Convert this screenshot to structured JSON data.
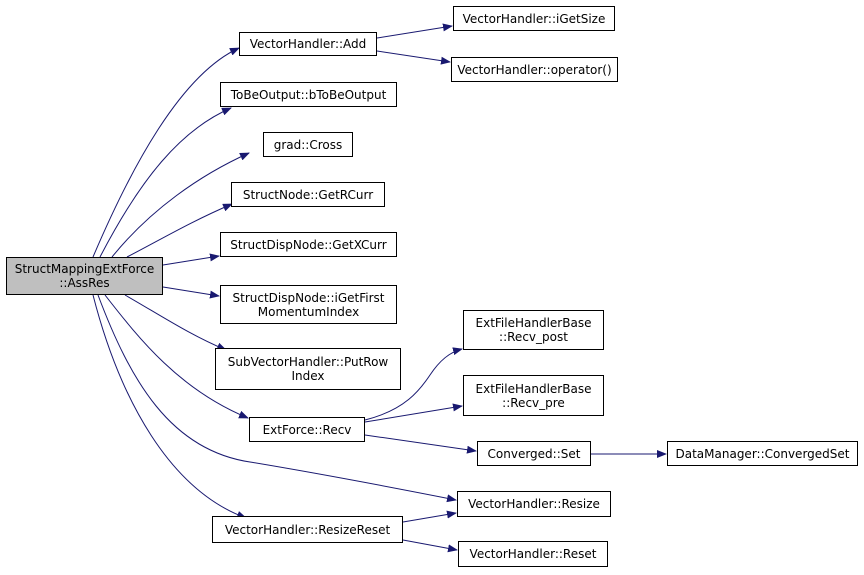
{
  "colors": {
    "edge": "#191970",
    "root_fill": "#bfbfbf",
    "node_fill": "#ffffff",
    "border": "#000000"
  },
  "nodes": {
    "root": {
      "lines": [
        "StructMappingExtForce",
        "::AssRes"
      ]
    },
    "vh_add": {
      "lines": [
        "VectorHandler::Add"
      ]
    },
    "vh_igetsize": {
      "lines": [
        "VectorHandler::iGetSize"
      ]
    },
    "vh_operator": {
      "lines": [
        "VectorHandler::operator()"
      ]
    },
    "tbo": {
      "lines": [
        "ToBeOutput::bToBeOutput"
      ]
    },
    "grad_cross": {
      "lines": [
        "grad::Cross"
      ]
    },
    "sn_getrcurr": {
      "lines": [
        "StructNode::GetRCurr"
      ]
    },
    "sdn_getxcurr": {
      "lines": [
        "StructDispNode::GetXCurr"
      ]
    },
    "sdn_igetfirst": {
      "lines": [
        "StructDispNode::iGetFirst",
        "MomentumIndex"
      ]
    },
    "svh_putrow": {
      "lines": [
        "SubVectorHandler::PutRow",
        "Index"
      ]
    },
    "ef_recv": {
      "lines": [
        "ExtForce::Recv"
      ]
    },
    "efh_recv_post": {
      "lines": [
        "ExtFileHandlerBase",
        "::Recv_post"
      ]
    },
    "efh_recv_pre": {
      "lines": [
        "ExtFileHandlerBase",
        "::Recv_pre"
      ]
    },
    "conv_set": {
      "lines": [
        "Converged::Set"
      ]
    },
    "dm_convset": {
      "lines": [
        "DataManager::ConvergedSet"
      ]
    },
    "vh_resize": {
      "lines": [
        "VectorHandler::Resize"
      ]
    },
    "vh_resizereset": {
      "lines": [
        "VectorHandler::ResizeReset"
      ]
    },
    "vh_reset": {
      "lines": [
        "VectorHandler::Reset"
      ]
    }
  },
  "edges": [
    [
      "root",
      "vh_add"
    ],
    [
      "root",
      "tbo"
    ],
    [
      "root",
      "grad_cross"
    ],
    [
      "root",
      "sn_getrcurr"
    ],
    [
      "root",
      "sdn_getxcurr"
    ],
    [
      "root",
      "sdn_igetfirst"
    ],
    [
      "root",
      "svh_putrow"
    ],
    [
      "root",
      "ef_recv"
    ],
    [
      "root",
      "vh_resize"
    ],
    [
      "root",
      "vh_resizereset"
    ],
    [
      "vh_add",
      "vh_igetsize"
    ],
    [
      "vh_add",
      "vh_operator"
    ],
    [
      "ef_recv",
      "efh_recv_post"
    ],
    [
      "ef_recv",
      "efh_recv_pre"
    ],
    [
      "ef_recv",
      "conv_set"
    ],
    [
      "conv_set",
      "dm_convset"
    ],
    [
      "vh_resizereset",
      "vh_resize"
    ],
    [
      "vh_resizereset",
      "vh_reset"
    ]
  ]
}
